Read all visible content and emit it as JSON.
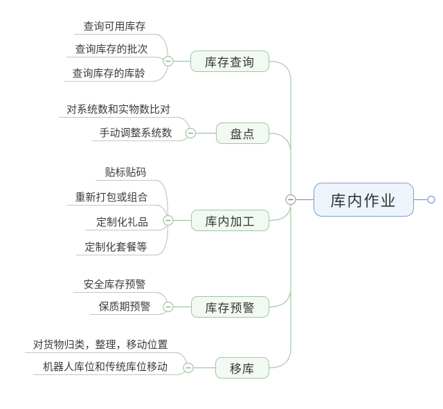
{
  "root": {
    "label": "库内作业"
  },
  "branches": [
    {
      "label": "库存查询",
      "children": [
        "查询可用库存",
        "查询库存的批次",
        "查询库存的库龄"
      ]
    },
    {
      "label": "盘点",
      "children": [
        "对系统数和实物数比对",
        "手动调整系统数"
      ]
    },
    {
      "label": "库内加工",
      "children": [
        "贴标贴码",
        "重新打包或组合",
        "定制化礼品",
        "定制化套餐等"
      ]
    },
    {
      "label": "库存预警",
      "children": [
        "安全库存预警",
        "保质期预警"
      ]
    },
    {
      "label": "移库",
      "children": [
        "对货物归类，整理，移动位置",
        "机器人库位和传统库位移动"
      ]
    }
  ],
  "toggles": {
    "symbol": "−"
  },
  "colors": {
    "branch_border": "#9ec7a0",
    "branch_fill": "#f2f8f2",
    "branch_line": "#a9caab",
    "leaf_underline": "#bcc9bc",
    "root_border": "#7e9cc8",
    "root_fill": "#edf4fb",
    "text": "#3b3b3b",
    "background": "#ffffff"
  }
}
